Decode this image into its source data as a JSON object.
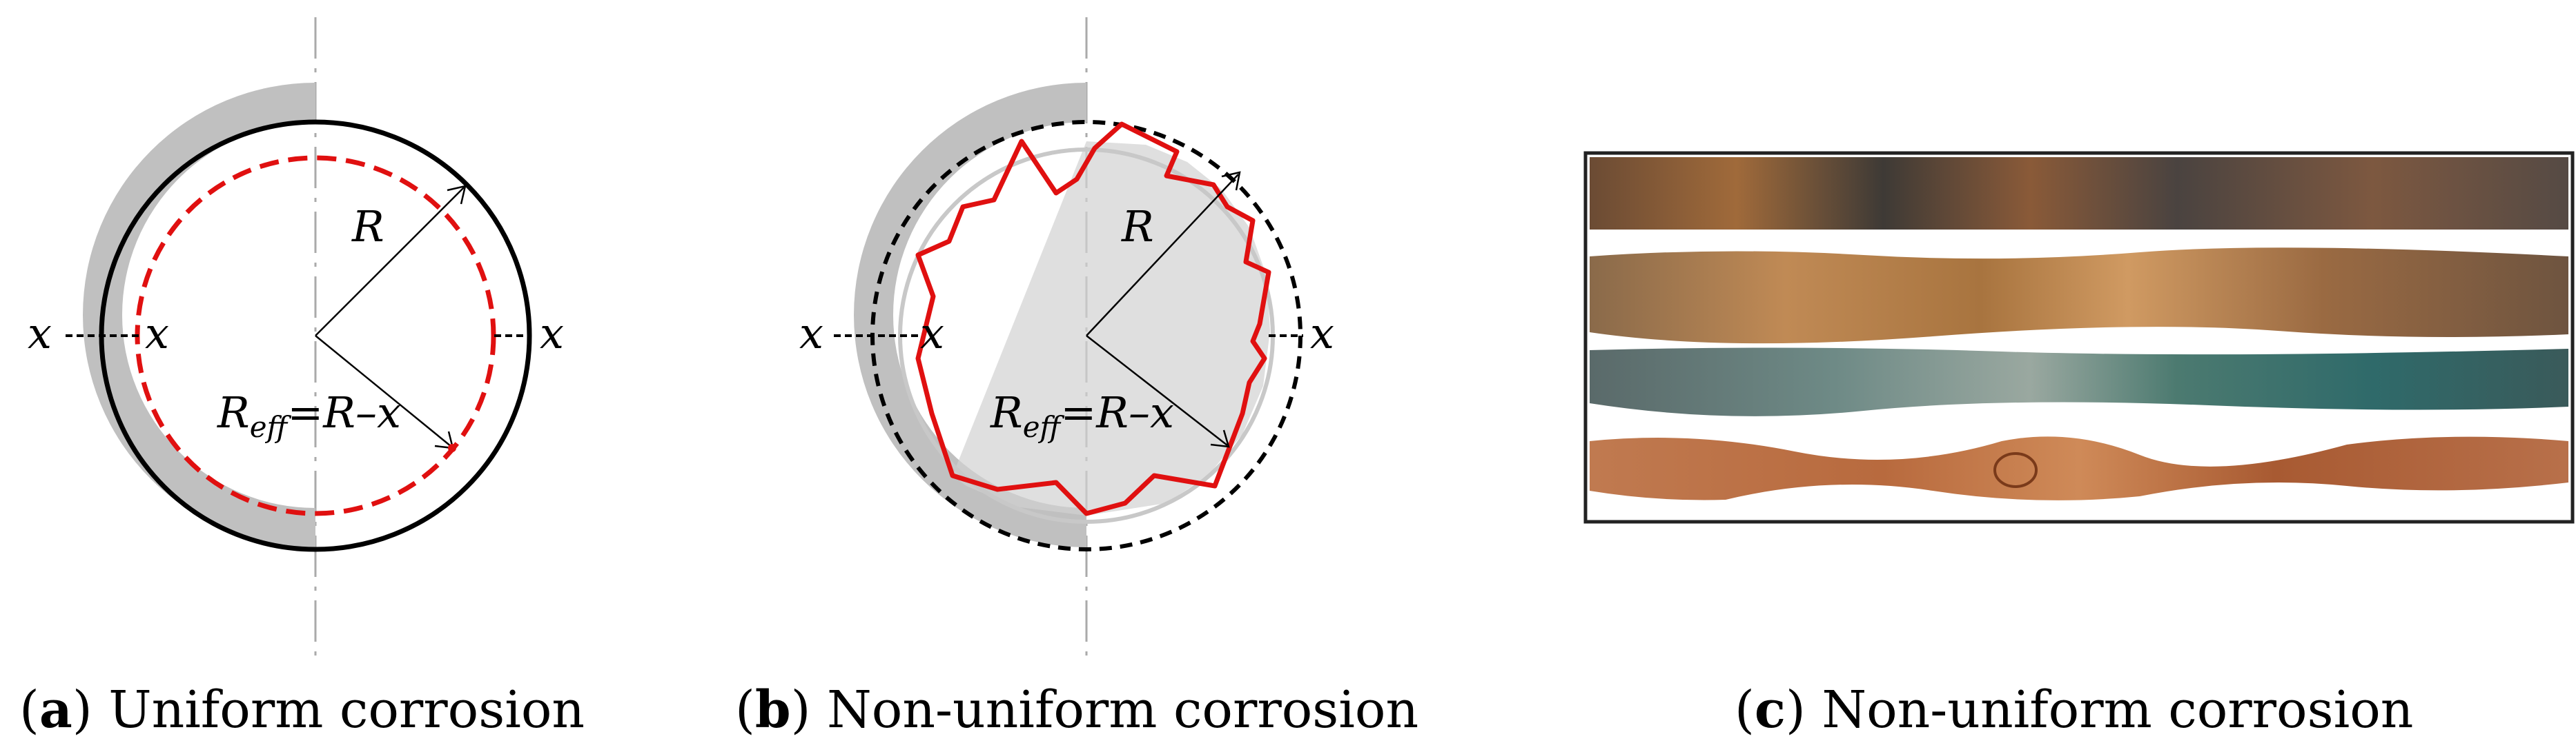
{
  "panels": {
    "a": {
      "caption_letter": "a",
      "caption_text": " Uniform corrosion",
      "label_R": "R",
      "label_R_eff_main": "R",
      "label_R_eff_sub": "eff",
      "label_R_eff_rest": "=R–x",
      "label_x_outer": "x",
      "label_x_inner": "x",
      "label_x_right": "x"
    },
    "b": {
      "caption_letter": "b",
      "caption_text": " Non-uniform corrosion",
      "label_R": "R",
      "label_R_eff_main": "R",
      "label_R_eff_sub": "eff",
      "label_R_eff_rest": "=R–x",
      "label_x_outer": "x",
      "label_x_inner": "x",
      "label_x_right": "x"
    },
    "c": {
      "caption_letter": "c",
      "caption_text": " Non-uniform corrosion",
      "photo": "corroded-rebar-photo"
    }
  },
  "colors": {
    "corrosion_layer": "#c0c0c0",
    "original_outline": "#000000",
    "effective_outline": "#e01010",
    "axis": "#aaaaaa"
  }
}
